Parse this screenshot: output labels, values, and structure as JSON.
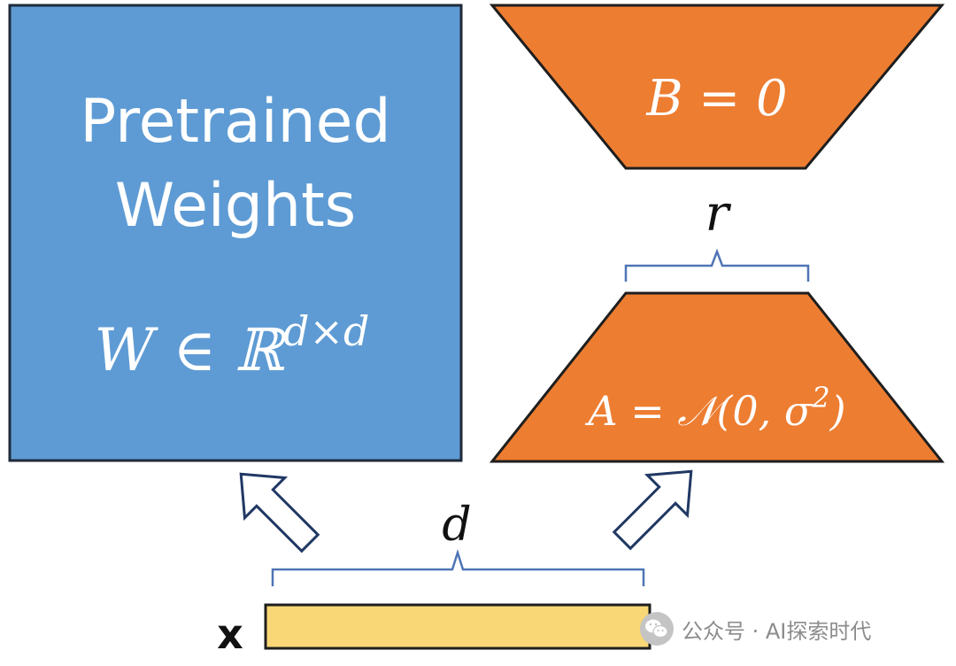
{
  "pretrained": {
    "title_line1": "Pretrained",
    "title_line2": "Weights",
    "formula_base": "W ∈ ℝ",
    "formula_exp": "d×d"
  },
  "matrix_b": {
    "label": "B = 0"
  },
  "matrix_a": {
    "label_base": "A = 𝒩(0, σ",
    "label_exp": "2",
    "label_close": ")"
  },
  "rank_label": "r",
  "dim_label": "d",
  "input_label": "x",
  "watermark": {
    "icon": "wechat-icon",
    "text": "公众号 · AI探索时代"
  },
  "colors": {
    "pretrained_fill": "#5e9bd4",
    "matrix_fill": "#ed7d31",
    "input_fill": "#f9d776",
    "bracket": "#4f75b5",
    "arrow_stroke": "#203864"
  }
}
